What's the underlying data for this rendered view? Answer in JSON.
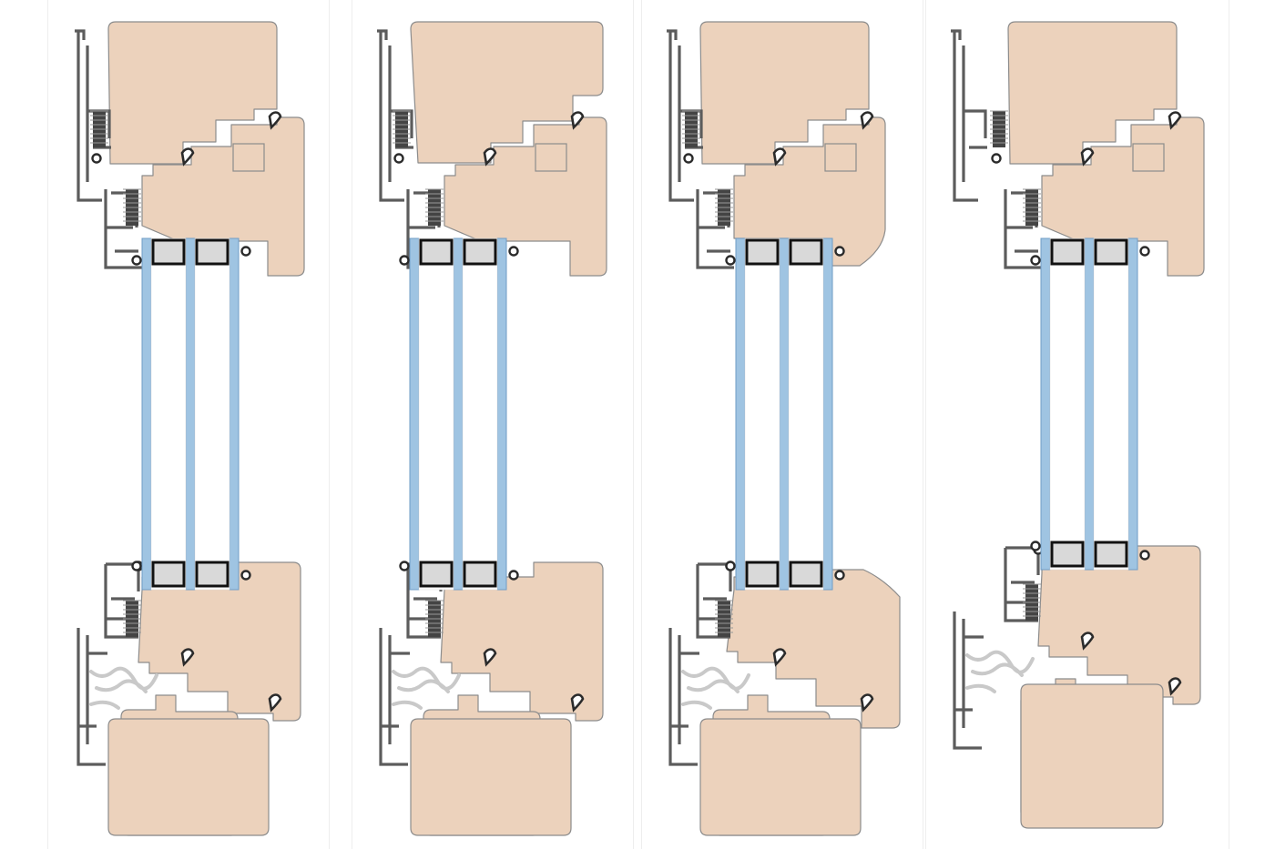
{
  "diagram": {
    "kind": "window-frame-sections",
    "section_count": 4,
    "glazing": "triple",
    "colors": {
      "timber": "#ecd2bc",
      "timber_stroke": "#8c8c8c",
      "aluminium": "#5c5c5c",
      "glass_pane": "#9fc4e2",
      "glass_stroke": "#6f9cc6",
      "spacer_fill": "#d9d9d9",
      "spacer_stroke": "#111111",
      "gasket": "#2b2b2b",
      "insulation": "#c9c9c9",
      "panel_border": "#eeeeee"
    },
    "sections": [
      {
        "id": "section-1",
        "profile": "standard-sash",
        "glass_bottom": "level"
      },
      {
        "id": "section-2",
        "profile": "notched-sash",
        "glass_bottom": "level"
      },
      {
        "id": "section-3",
        "profile": "bevelled-sash",
        "glass_bottom": "level"
      },
      {
        "id": "section-4",
        "profile": "raised-sill",
        "glass_bottom": "raised"
      }
    ]
  }
}
